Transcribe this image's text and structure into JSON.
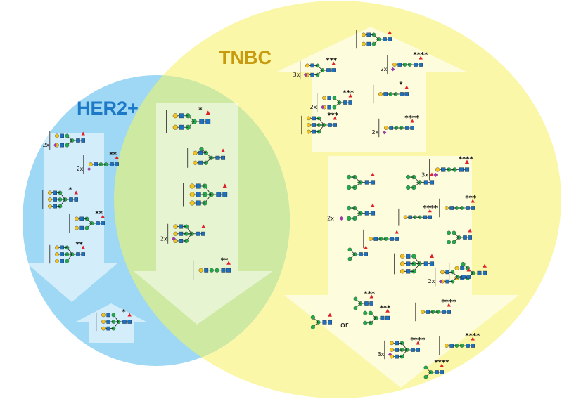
{
  "labels": {
    "her2": "HER2+",
    "tnbc": "TNBC",
    "or": "or"
  },
  "colors": {
    "her2_circle": "#9ed8f4",
    "tnbc_circle": "#fbf7a8",
    "overlap": "#cde9a2",
    "arrow_fill": "#ffffff",
    "glcnac": "#1f6fbf",
    "mannose": "#1fae4b",
    "galactose": "#f4c41a",
    "fucose": "#e0202a",
    "sialic_acid": "#9b3fa6"
  },
  "icons": {
    "glcnac": "blue-square-icon",
    "mannose": "green-circle-icon",
    "galactose": "yellow-circle-icon",
    "fucose": "red-triangle-icon",
    "sialic_acid": "purple-diamond-icon"
  },
  "glycans": [
    {
      "id": "h1",
      "region": "her2",
      "note": "2x",
      "sig": ""
    },
    {
      "id": "h2",
      "region": "her2",
      "note": "2x",
      "sig": "**"
    },
    {
      "id": "h3",
      "region": "her2",
      "note": "",
      "sig": "*"
    },
    {
      "id": "h4",
      "region": "her2",
      "note": "",
      "sig": "**"
    },
    {
      "id": "h5",
      "region": "her2",
      "note": "",
      "sig": "**"
    },
    {
      "id": "h6",
      "region": "her2",
      "note": "",
      "sig": "*"
    },
    {
      "id": "o1",
      "region": "overlap",
      "note": "",
      "sig": "*"
    },
    {
      "id": "o2",
      "region": "overlap",
      "note": "",
      "sig": ""
    },
    {
      "id": "o3",
      "region": "overlap",
      "note": "",
      "sig": ""
    },
    {
      "id": "o4",
      "region": "overlap",
      "note": "2x",
      "sig": ""
    },
    {
      "id": "o5",
      "region": "overlap",
      "note": "",
      "sig": "**"
    },
    {
      "id": "t1",
      "region": "tnbc_up",
      "note": "",
      "sig": ""
    },
    {
      "id": "t2",
      "region": "tnbc_up",
      "note": "3x",
      "sig": "***"
    },
    {
      "id": "t3",
      "region": "tnbc_up",
      "note": "2x",
      "sig": "****"
    },
    {
      "id": "t4",
      "region": "tnbc_up",
      "note": "2x",
      "sig": "***"
    },
    {
      "id": "t5",
      "region": "tnbc_up",
      "note": "",
      "sig": "*"
    },
    {
      "id": "t6",
      "region": "tnbc_up",
      "note": "",
      "sig": "***"
    },
    {
      "id": "t7",
      "region": "tnbc_up",
      "note": "2x",
      "sig": "****"
    },
    {
      "id": "d1",
      "region": "tnbc_down",
      "note": "3x",
      "sig": "****"
    },
    {
      "id": "d2",
      "region": "tnbc_down",
      "note": "",
      "sig": ""
    },
    {
      "id": "d3",
      "region": "tnbc_down",
      "note": "",
      "sig": ""
    },
    {
      "id": "d4",
      "region": "tnbc_down",
      "note": "2x",
      "sig": ""
    },
    {
      "id": "d5",
      "region": "tnbc_down",
      "note": "",
      "sig": "****"
    },
    {
      "id": "d6",
      "region": "tnbc_down",
      "note": "",
      "sig": "***"
    },
    {
      "id": "d7",
      "region": "tnbc_down",
      "note": "",
      "sig": ""
    },
    {
      "id": "d8",
      "region": "tnbc_down",
      "note": "",
      "sig": ""
    },
    {
      "id": "d9",
      "region": "tnbc_down",
      "note": "",
      "sig": ""
    },
    {
      "id": "d10",
      "region": "tnbc_down",
      "note": "",
      "sig": ""
    },
    {
      "id": "d11",
      "region": "tnbc_down",
      "note": "",
      "sig": ""
    },
    {
      "id": "d12",
      "region": "tnbc_down",
      "note": "2x",
      "sig": ""
    },
    {
      "id": "d13",
      "region": "tnbc_down",
      "note": "",
      "sig": "***"
    },
    {
      "id": "d14",
      "region": "tnbc_down",
      "note": "",
      "sig": "***"
    },
    {
      "id": "d15",
      "region": "tnbc_down",
      "note": "",
      "sig": "****"
    },
    {
      "id": "d16",
      "region": "tnbc_down",
      "note": "",
      "sig": ""
    },
    {
      "id": "d17",
      "region": "tnbc_down",
      "note": "3x",
      "sig": "****"
    },
    {
      "id": "d18",
      "region": "tnbc_down",
      "note": "",
      "sig": "****"
    },
    {
      "id": "d19",
      "region": "tnbc_down",
      "note": "",
      "sig": "****"
    }
  ]
}
